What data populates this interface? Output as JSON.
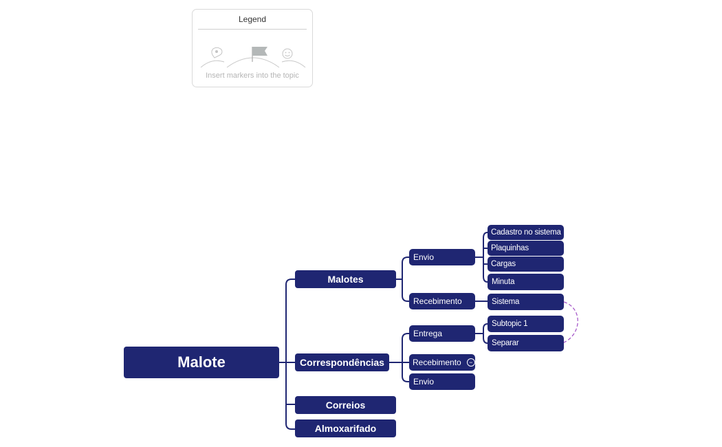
{
  "legend": {
    "title": "Legend",
    "hint": "Insert markers into the topic",
    "icons": [
      "marker-icon",
      "flag-icon",
      "smiley-icon"
    ]
  },
  "map": {
    "root": "Malote",
    "main_topics": {
      "malotes": "Malotes",
      "correspondencias": "Correspondências",
      "correios": "Correios",
      "almoxarifado": "Almoxarifado"
    },
    "malotes": {
      "envio": "Envio",
      "recebimento": "Recebimento",
      "envio_children": [
        "Cadastro no sistema",
        "Plaquinhas",
        "Cargas",
        "Minuta"
      ],
      "recebimento_children": [
        "Sistema"
      ]
    },
    "correspondencias": {
      "entrega": "Entrega",
      "recebimento": "Recebimento",
      "envio": "Envio",
      "entrega_children": [
        "Subtopic 1",
        "Separar"
      ]
    }
  },
  "colors": {
    "topic": "#1f2672",
    "branch_line": "#1f2672",
    "relationship_line": "#a659c9"
  }
}
